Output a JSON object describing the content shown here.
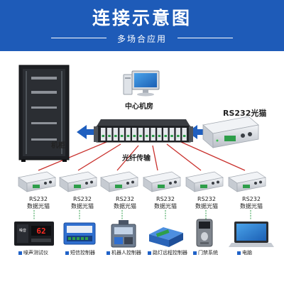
{
  "header": {
    "title": "连接示意图",
    "subtitle": "多场合应用"
  },
  "diagram": {
    "center_room_label": "中心机房",
    "cabinet_label": "机柜",
    "rs232_modem_label": "RS232光猫",
    "fiber_label": "光纤传输",
    "module_label_line1": "RS232",
    "module_label_line2": "数据光猫",
    "end_devices": [
      {
        "label": "噪声测试仪"
      },
      {
        "label": "短信控制器"
      },
      {
        "label": "机器人控制器"
      },
      {
        "label": "路灯远程控制器"
      },
      {
        "label": "门禁系统"
      },
      {
        "label": "电脑"
      }
    ],
    "noise_meter_reading": "62",
    "noise_meter_text": "噪音",
    "colors": {
      "header_bg": "#1e5bb8",
      "line_red": "#c9302c",
      "arrow_blue": "#1f5fbf",
      "device_blue": "#2062c8"
    }
  }
}
